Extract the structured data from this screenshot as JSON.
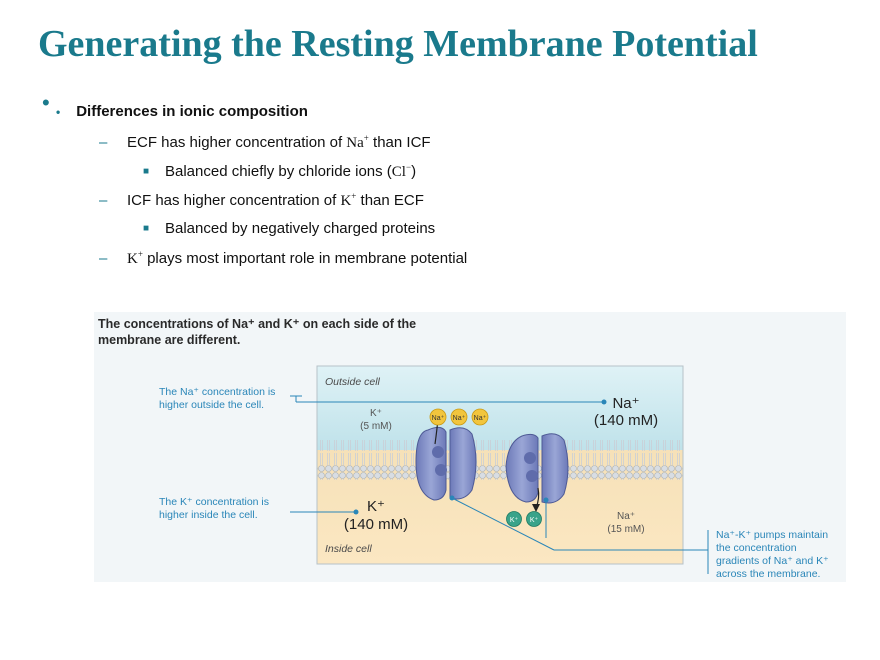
{
  "slide": {
    "title": "Generating the Resting Membrane Potential",
    "bullets": {
      "b1": "Differences in ionic composition",
      "b1_1_pre": "ECF has higher concentration of ",
      "b1_1_ion": "Na",
      "b1_1_sup": "+",
      "b1_1_post": " than ICF",
      "b1_1_1_pre": "Balanced chiefly by chloride ions (",
      "b1_1_1_ion": "Cl",
      "b1_1_1_sup": "−",
      "b1_1_1_post": ")",
      "b1_2_pre": "ICF has higher concentration of ",
      "b1_2_ion": "K",
      "b1_2_sup": "+",
      "b1_2_post": " than ECF",
      "b1_2_1": "Balanced by negatively charged proteins",
      "b1_3_ion": "K",
      "b1_3_sup": "+",
      "b1_3_post": " plays most important role in membrane potential"
    }
  },
  "figure": {
    "caption_line1": "The concentrations of Na⁺ and K⁺ on each side of the",
    "caption_line2": "membrane are different.",
    "outside_label": "Outside cell",
    "inside_label": "Inside cell",
    "note_na_line1": "The Na⁺ concentration is",
    "note_na_line2": "higher outside the cell.",
    "note_k_line1": "The K⁺ concentration is",
    "note_k_line2": "higher inside the cell.",
    "note_pump_line1": "Na⁺-K⁺ pumps maintain",
    "note_pump_line2": "the concentration",
    "note_pump_line3": "gradients of Na⁺ and K⁺",
    "note_pump_line4": "across the membrane.",
    "k_out_ion": "K⁺",
    "k_out_conc": "(5 mM)",
    "na_out_ion": "Na⁺",
    "na_out_conc": "(140 mM)",
    "k_in_ion": "K⁺",
    "k_in_conc": "(140 mM)",
    "na_in_ion": "Na⁺",
    "na_in_conc": "(15 mM)",
    "na_bubble": "Na⁺",
    "k_bubble": "K⁺"
  }
}
